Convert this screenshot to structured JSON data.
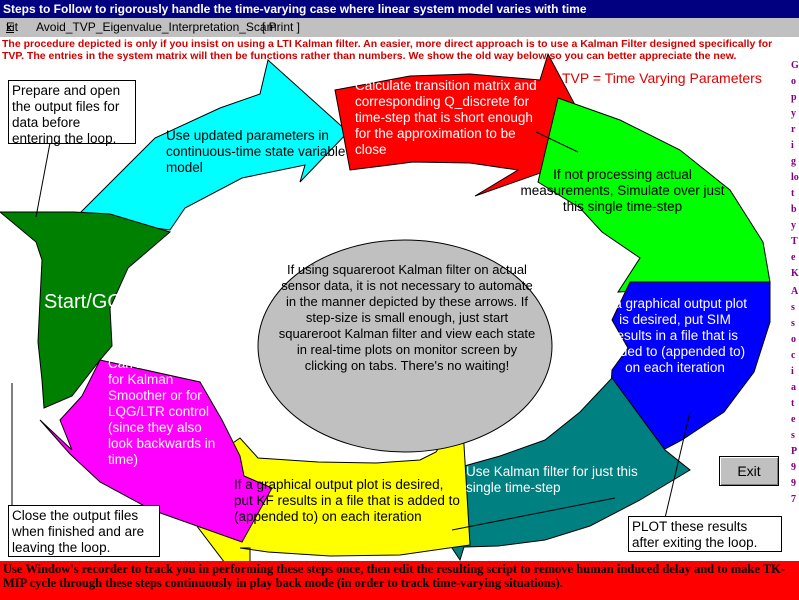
{
  "window": {
    "title": "Steps to Follow to rigorously handle the time-varying case where linear system model varies with time"
  },
  "menu": {
    "items": [
      {
        "label": "Exit",
        "accel": "E"
      },
      {
        "label": "Avoid_TVP_Eigenvalue_Interpretation_Scam"
      },
      {
        "label": "[ Print ]"
      }
    ]
  },
  "warning_text": "The procedure depicted is only if you insist on using a LTI Kalman filter. An easier, more direct approach is to use a Kalman Filter designed specifically for TVP. The entries in the system matrix will then be functions rather than numbers. We show the old way below so you can better appreciate the new.",
  "legend": "TVP = Time Varying Parameters",
  "steps": {
    "start": "Start/GO",
    "prepare": "Prepare and open the output files for data before entering the loop.",
    "update": "Use updated parameters in continuous-time state variable model",
    "transition": "Calculate transition matrix and corresponding Q_discrete for time-step that is short enough for the approximation to be close",
    "simulate": "If not processing actual measurements, Simulate over just this single time-step",
    "sim_output": "If a graphical output plot is desired, put SIM results in a file that is added to (appended to) on each iteration",
    "kalman": "Use Kalman filter for just this single time-step",
    "kf_output": "If a graphical output plot is desired, put KF results in a file that is added to (appended to) on each iteration",
    "smoother": "Can't do likewise for Kalman Smoother or for LQG/LTR control (since they also look backwards in time)",
    "center": "If using squareroot Kalman filter on actual sensor data, it is not necessary to automate in the manner depicted by these arrows. If step-size is small enough, just start squareroot Kalman filter and view each state in real-time plots on monitor screen by clicking on tabs. There's no waiting!",
    "close": "Close the output files when finished and are leaving the loop.",
    "plot": "PLOT these results after exiting the loop."
  },
  "buttons": {
    "exit": "Exit"
  },
  "footer": "Use Window's recorder to track you in performing these steps once, then edit the resulting script to remove human induced delay and to make TK-MIP cycle through these steps continuously in play back mode (in order to track time-varying situations).",
  "side_column": {
    "top": [
      "G",
      "o",
      "p",
      "y",
      "r",
      "i",
      "g",
      "lo",
      "t",
      "b",
      "y",
      "T",
      "e",
      "K"
    ],
    "bottom": [
      "A",
      "s",
      "s",
      "o",
      "c",
      "i",
      "a",
      "t",
      "e",
      "s",
      "P",
      "9",
      "9",
      "7"
    ]
  },
  "colors": {
    "title_bar": "#000080",
    "menu_bg": "#c0c0c0",
    "warning": "#d00000",
    "red_arrow": "#ff0000",
    "green_arrow": "#00ff00",
    "blue_arrow": "#0000ff",
    "teal_arrow": "#008080",
    "yellow_arrow": "#ffff00",
    "magenta_arrow": "#ff00ff",
    "darkgreen_arrow": "#008000",
    "cyan_arrow": "#00ffff",
    "center_ellipse": "#c0c0c0",
    "footer_bg": "#ff0000"
  }
}
